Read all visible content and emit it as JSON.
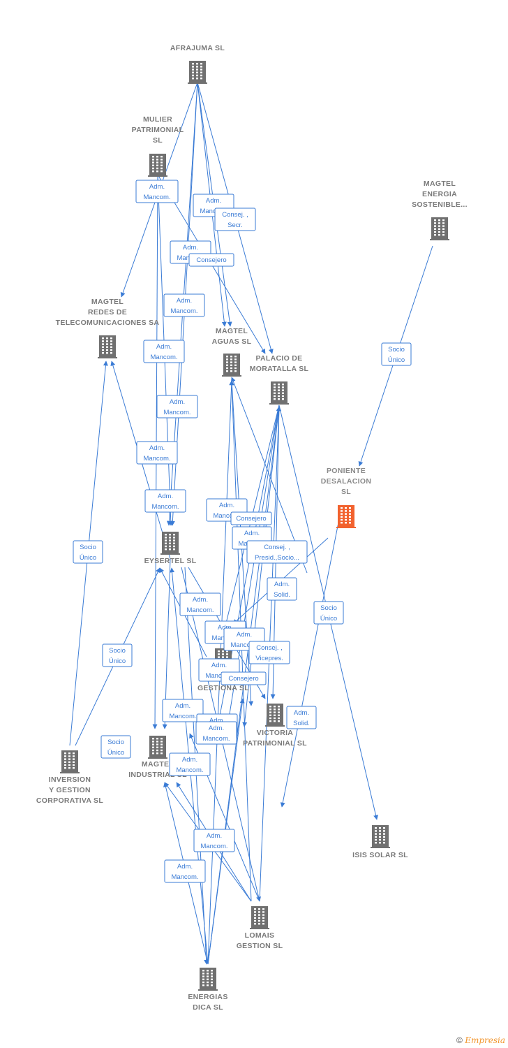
{
  "nodes": {
    "afrajuma": {
      "label": [
        "AFRAJUMA SL"
      ],
      "focus": false
    },
    "mulier": {
      "label": [
        "MULIER",
        "PATRIMONIAL",
        "SL"
      ],
      "focus": false
    },
    "magtel_energia": {
      "label": [
        "MAGTEL",
        "ENERGIA",
        "SOSTENIBLE..."
      ],
      "focus": false
    },
    "magtel_redes": {
      "label": [
        "MAGTEL",
        "REDES DE",
        "TELECOMUNICACIONES SA"
      ],
      "focus": false
    },
    "magtel_aguas": {
      "label": [
        "MAGTEL",
        "AGUAS  SL"
      ],
      "focus": false
    },
    "palacio": {
      "label": [
        "PALACIO DE",
        "MORATALLA SL"
      ],
      "focus": false
    },
    "poniente": {
      "label": [
        "PONIENTE",
        "DESALACION",
        "SL"
      ],
      "focus": true
    },
    "eysertel": {
      "label": [
        "EYSERTEL SL"
      ],
      "focus": false
    },
    "gestiona": {
      "label": [
        "GESTIONA SL"
      ],
      "focus": false
    },
    "victoria": {
      "label": [
        "VICTORIA",
        "PATRIMONIAL SL"
      ],
      "focus": false
    },
    "inversion": {
      "label": [
        "INVERSION",
        "Y GESTION",
        "CORPORATIVA SL"
      ],
      "focus": false
    },
    "magtel_industrial": {
      "label": [
        "MAGTEL",
        "INDUSTRIAL SL"
      ],
      "focus": false
    },
    "isis": {
      "label": [
        "ISIS SOLAR  SL"
      ],
      "focus": false
    },
    "lomais": {
      "label": [
        "LOMAIS",
        "GESTION SL"
      ],
      "focus": false
    },
    "energias": {
      "label": [
        "ENERGIAS",
        "DICA SL"
      ],
      "focus": false
    }
  },
  "relations": [
    {
      "lines": [
        "Adm.",
        "Mancom."
      ]
    },
    {
      "lines": [
        "Adm.",
        "Mancom."
      ]
    },
    {
      "lines": [
        "Consej. ,",
        "Secr."
      ]
    },
    {
      "lines": [
        "Adm.",
        "Mancom."
      ]
    },
    {
      "lines": [
        "Consejero"
      ]
    },
    {
      "lines": [
        "Adm.",
        "Mancom."
      ]
    },
    {
      "lines": [
        "Adm.",
        "Mancom."
      ]
    },
    {
      "lines": [
        "Adm.",
        "Mancom."
      ]
    },
    {
      "lines": [
        "Adm.",
        "Mancom."
      ]
    },
    {
      "lines": [
        "Adm.",
        "Mancom."
      ]
    },
    {
      "lines": [
        "Socio",
        "Único"
      ]
    },
    {
      "lines": [
        "Socio",
        "Único"
      ]
    },
    {
      "lines": [
        "Adm.",
        "Mancom."
      ]
    },
    {
      "lines": [
        "Consejero"
      ]
    },
    {
      "lines": [
        "Adm.",
        "Mancom."
      ]
    },
    {
      "lines": [
        "Consej. ,",
        "Presid.,Socio..."
      ]
    },
    {
      "lines": [
        "Adm.",
        "Solid."
      ]
    },
    {
      "lines": [
        "Adm.",
        "Mancom."
      ]
    },
    {
      "lines": [
        "Socio",
        "Único"
      ]
    },
    {
      "lines": [
        "Adm.",
        "Mancom."
      ]
    },
    {
      "lines": [
        "Adm.",
        "Mancom."
      ]
    },
    {
      "lines": [
        "Consej. ,",
        "Vicepres."
      ]
    },
    {
      "lines": [
        "Socio",
        "Único"
      ]
    },
    {
      "lines": [
        "Adm.",
        "Mancom."
      ]
    },
    {
      "lines": [
        "Consejero"
      ]
    },
    {
      "lines": [
        "Adm.",
        "Mancom."
      ]
    },
    {
      "lines": [
        "Adm.",
        "Solid."
      ]
    },
    {
      "lines": [
        "Adm.",
        "Mancom."
      ]
    },
    {
      "lines": [
        "Adm.",
        "Mancom."
      ]
    },
    {
      "lines": [
        "Socio",
        "Único"
      ]
    },
    {
      "lines": [
        "Adm.",
        "Mancom."
      ]
    },
    {
      "lines": [
        "Adm.",
        "Mancom."
      ]
    },
    {
      "lines": [
        "Adm.",
        "Mancom."
      ]
    }
  ],
  "footer": {
    "copyright": "©",
    "brand": "Empresia"
  }
}
